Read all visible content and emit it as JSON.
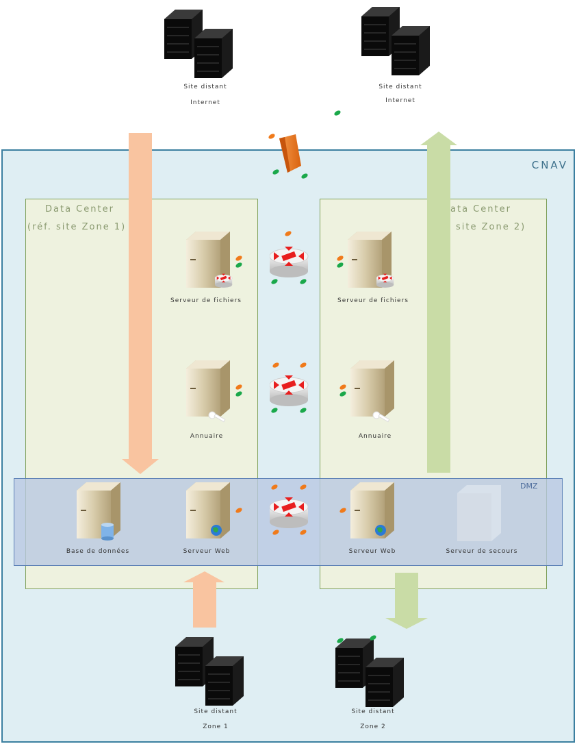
{
  "zones": {
    "outer": {
      "label": "CNAV"
    },
    "dc_left": {
      "title_line1": "Data Center",
      "title_line2": "(réf. site Zone 1)"
    },
    "dc_right": {
      "title_line1": "Data Center",
      "title_line2": "(réf. site Zone 2)"
    },
    "band": {
      "label": "DMZ"
    }
  },
  "nodes": {
    "site_top_left": {
      "label_line1": "Site distant",
      "label_line2": "Internet"
    },
    "site_top_right": {
      "label_line1": "Site distant",
      "label_line2": "Internet"
    },
    "srv_left_1": {
      "label": "Serveur de fichiers"
    },
    "srv_right_1": {
      "label": "Serveur de fichiers"
    },
    "srv_left_2": {
      "label": "Annuaire"
    },
    "srv_right_2": {
      "label": "Annuaire"
    },
    "band_srv_1": {
      "label": "Base de données"
    },
    "band_srv_2": {
      "label": "Serveur Web"
    },
    "band_srv_3": {
      "label": "Serveur Web"
    },
    "band_srv_4": {
      "label": "Serveur de secours"
    },
    "site_bottom_left": {
      "label_line1": "Site distant",
      "label_line2": "Zone 1"
    },
    "site_bottom_right": {
      "label_line1": "Site distant",
      "label_line2": "Zone 2"
    }
  },
  "colors": {
    "outer_fill": "#dfeef3",
    "outer_border": "#3b7fa0",
    "dc_fill": "#eef2df",
    "dc_border": "#7ea05a",
    "band_fill": "#b9c8e1",
    "arrow_orange": "#f9c4a0",
    "arrow_green": "#c9dca6",
    "firewall": "#f07a1a",
    "router_red": "#e81e1e",
    "server_beige": "#d6c9a6",
    "dark_server": "#111111"
  },
  "icons": [
    "dark-server-cluster-icon",
    "tower-server-icon",
    "router-icon",
    "firewall-icon",
    "globe-icon",
    "database-icon",
    "key-icon",
    "tower-server-faded-icon"
  ]
}
